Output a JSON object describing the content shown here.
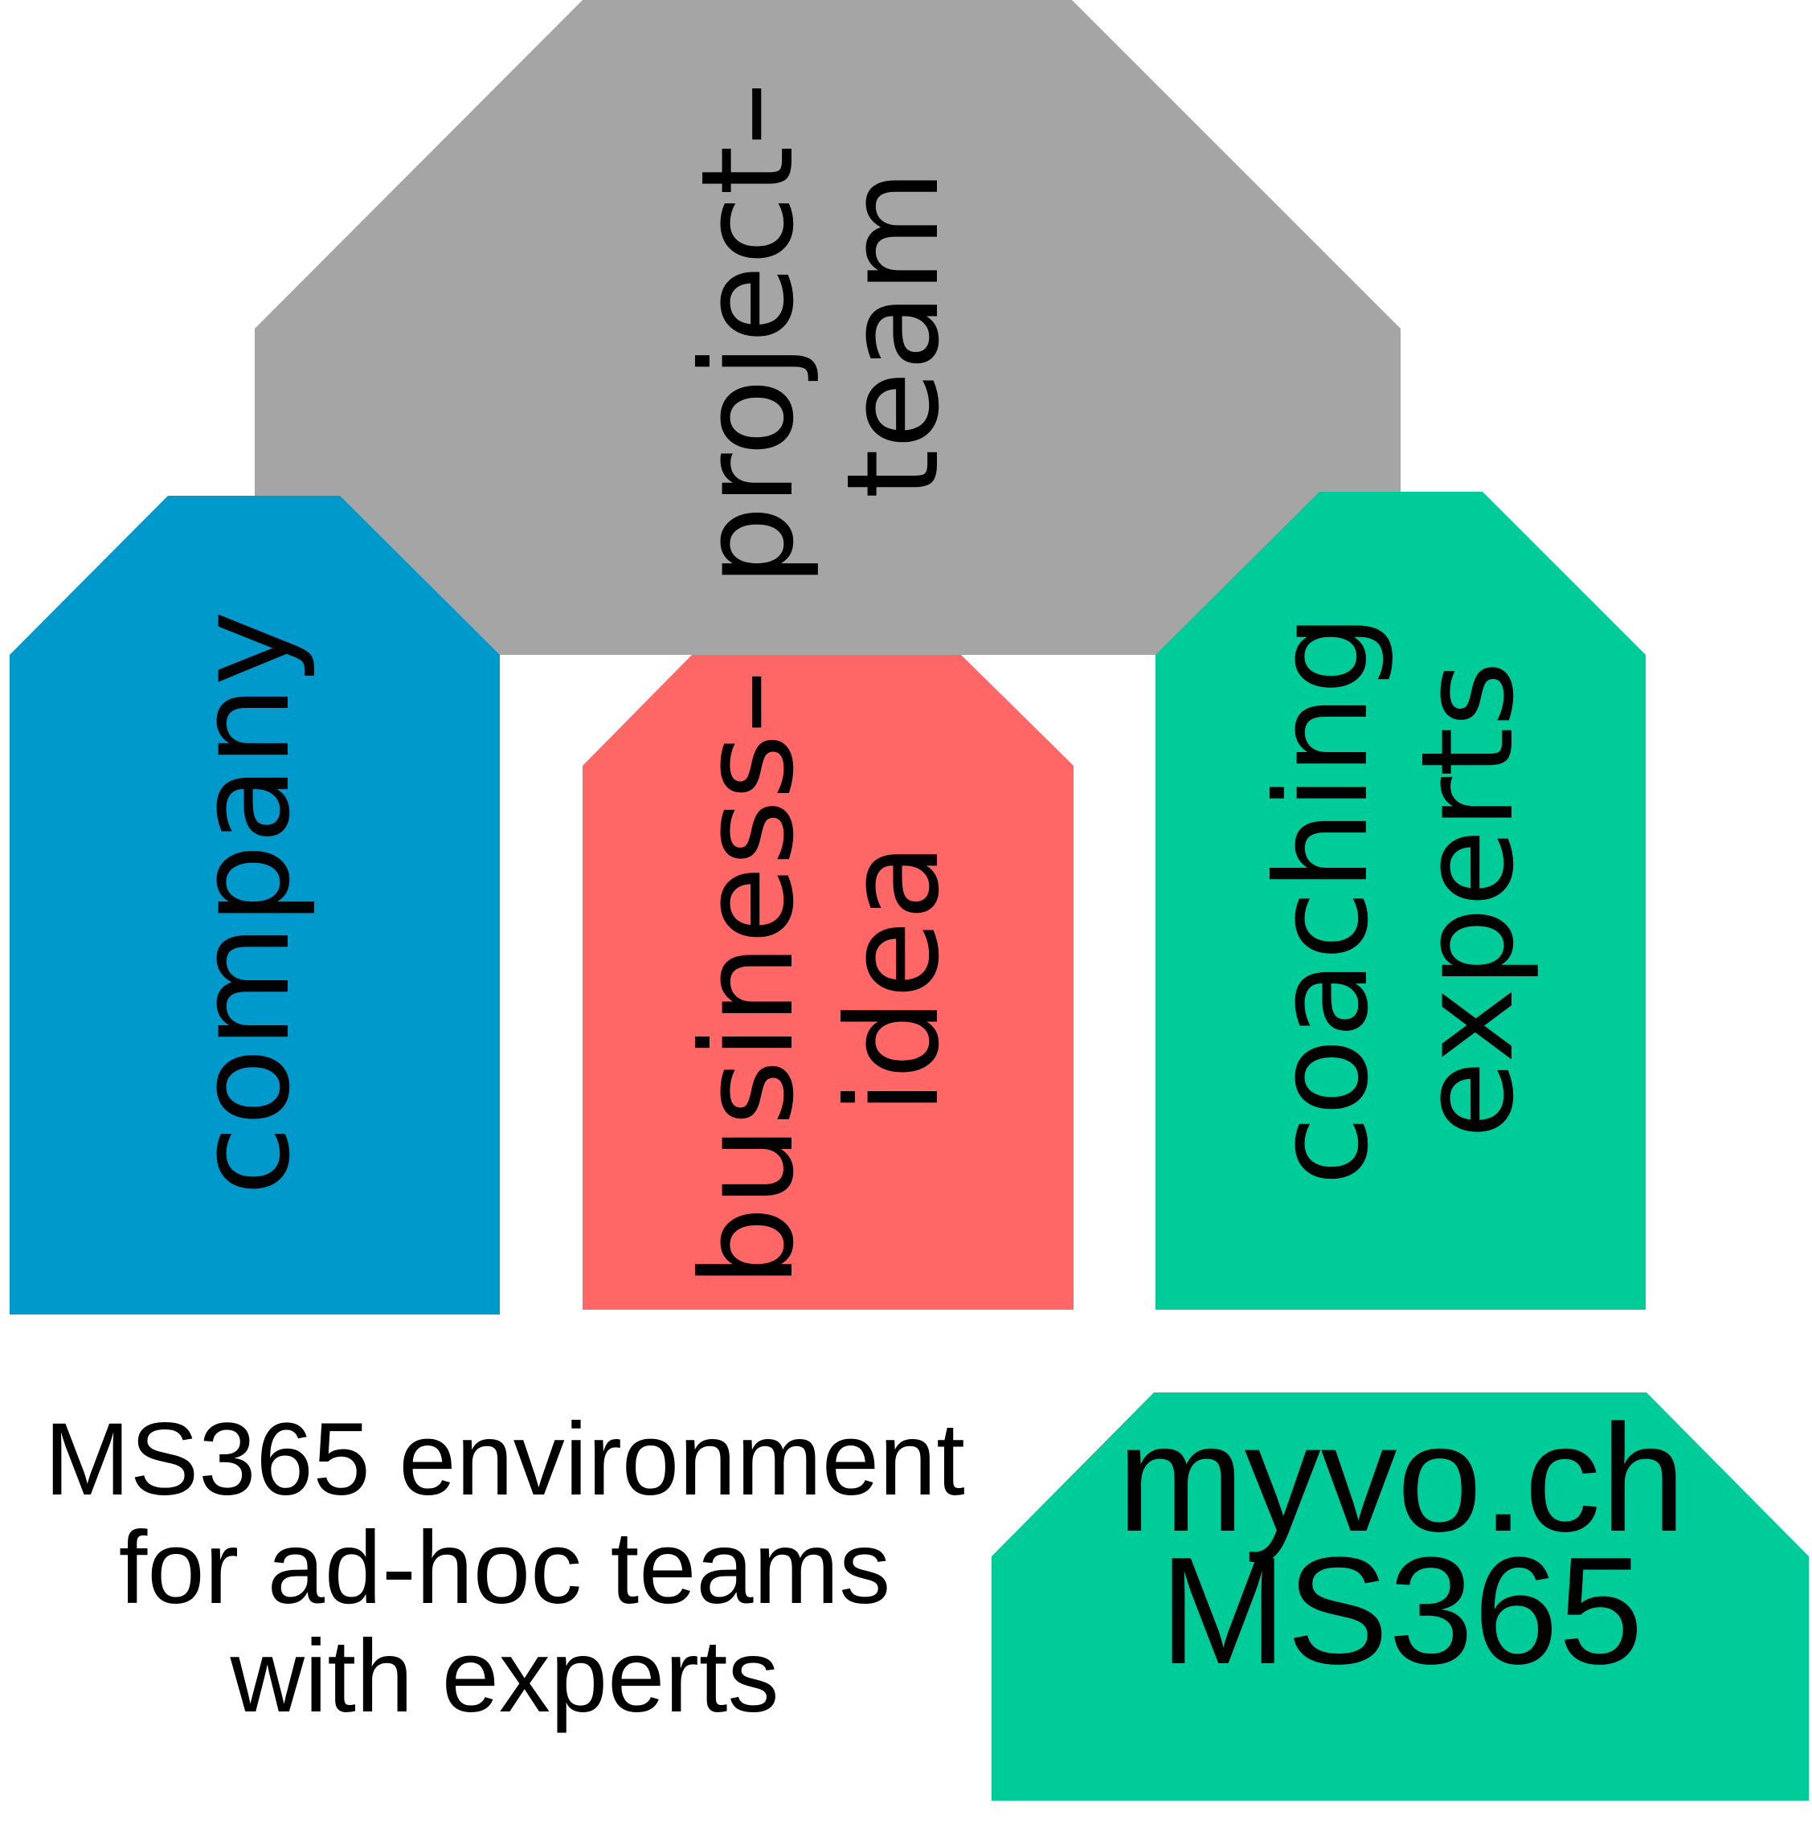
{
  "diagram": {
    "title_block": {
      "lines": [
        "MS365 environment",
        "for ad-hoc teams",
        "with experts"
      ]
    },
    "blocks": [
      {
        "id": "project-team",
        "lines": [
          "project–",
          "team"
        ],
        "color": "#a5a5a5"
      },
      {
        "id": "company",
        "lines": [
          "company"
        ],
        "color": "#0099cc"
      },
      {
        "id": "business-idea",
        "lines": [
          "business–",
          "idea"
        ],
        "color": "#ff6666"
      },
      {
        "id": "coaching-experts",
        "lines": [
          "coaching",
          "experts"
        ],
        "color": "#00cc99"
      },
      {
        "id": "myvo-ms365",
        "lines": [
          "myvo.ch",
          "MS365"
        ],
        "color": "#00cc99"
      }
    ]
  }
}
